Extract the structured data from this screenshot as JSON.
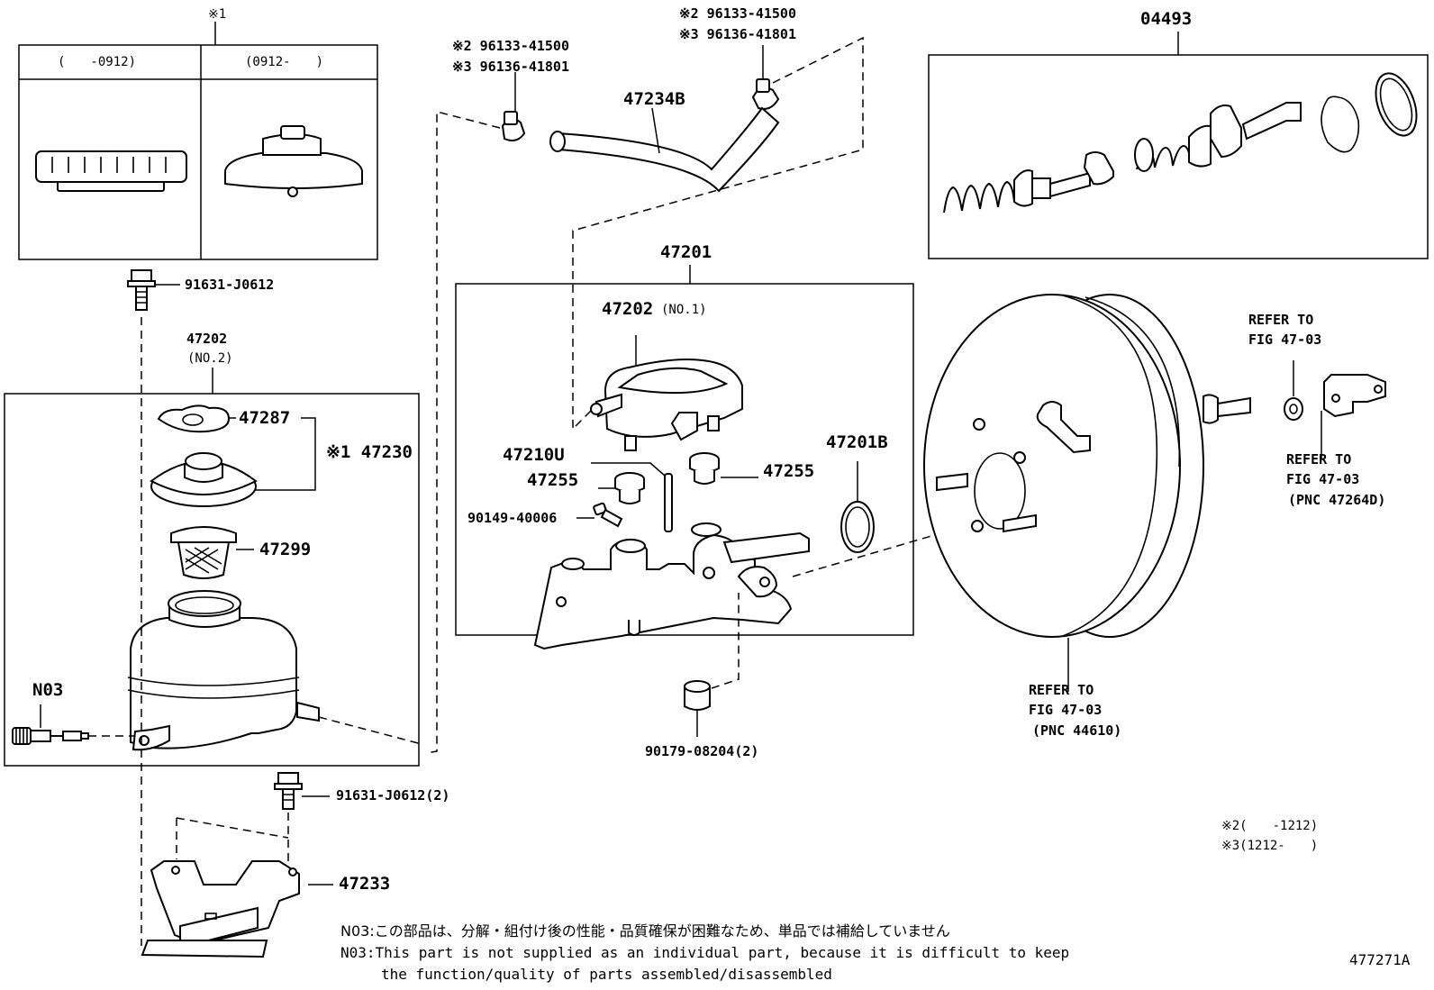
{
  "inset_box": {
    "marker": "※1",
    "col_left": "(　　-0912)",
    "col_right": "(0912-　　)"
  },
  "left_group": {
    "bolt_top": "91631-J0612",
    "reservoir_no": "47202",
    "reservoir_sub": "(NO.2)",
    "gasket": "47287",
    "cap_ref": "※1 47230",
    "strainer": "47299",
    "sensor": "N03",
    "bolt_bottom": "91631-J0612(2)",
    "bracket": "47233"
  },
  "hose_group": {
    "clamp_left_a": "※2 96133-41500",
    "clamp_left_b": "※3 96136-41801",
    "clamp_right_a": "※2 96133-41500",
    "clamp_right_b": "※3 96136-41801",
    "hose": "47234B"
  },
  "center_group": {
    "assembly": "47201",
    "reservoir_no": "47202",
    "reservoir_sub": "(NO.1)",
    "pin": "47210U",
    "plug_left": "47255",
    "plug_right": "47255",
    "bolt": "90149-40006",
    "oring": "47201B",
    "grommet": "90179-08204(2)"
  },
  "kit": {
    "number": "04493"
  },
  "booster_refs": {
    "top_line1": "REFER TO",
    "top_line2": "FIG 47-03",
    "mid_line1": "REFER TO",
    "mid_line2": "FIG 47-03",
    "mid_line3": "(PNC 47264D)",
    "bottom_line1": "REFER TO",
    "bottom_line2": "FIG 47-03",
    "bottom_line3": "(PNC 44610)"
  },
  "footnotes": {
    "ref2": "※2(　　-1212)",
    "ref3": "※3(1212-　　)"
  },
  "notes": {
    "jp": "N03:この部品は、分解・組付け後の性能・品質確保が困難なため、単品では補給していません",
    "en1": "N03:This part is not supplied as an individual part, because it is difficult to keep",
    "en2": "the function/quality of parts assembled/disassembled"
  },
  "figure_id": "477271A"
}
